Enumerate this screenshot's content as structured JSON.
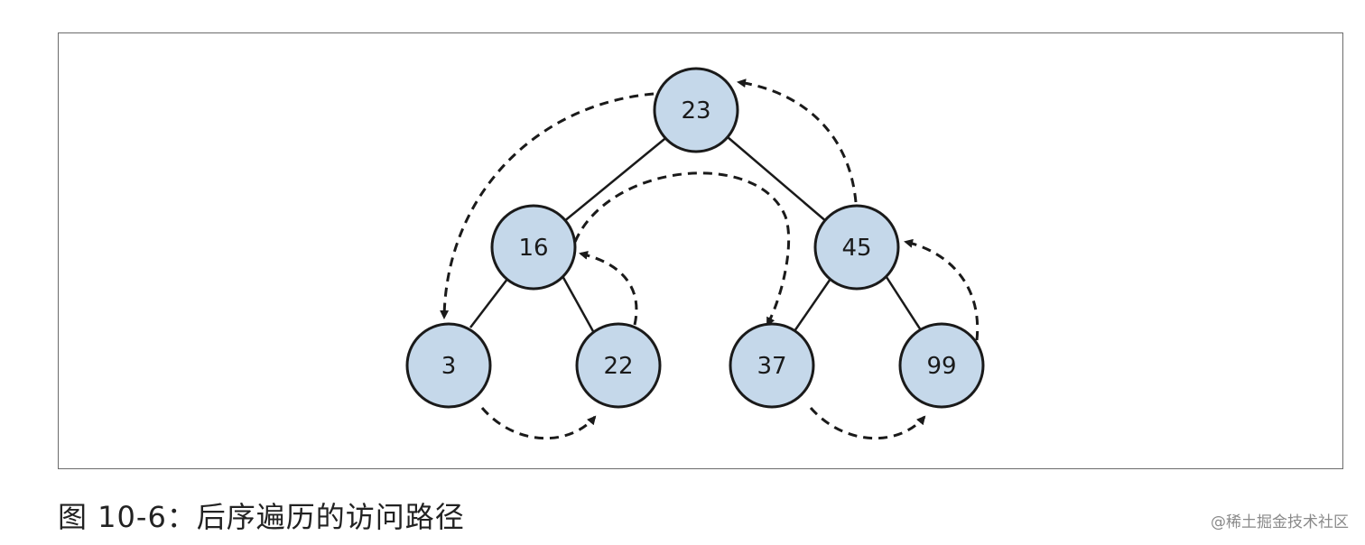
{
  "figure": {
    "caption": "图 10-6：后序遍历的访问路径",
    "watermark": "@稀土掘金技术社区",
    "colors": {
      "node_fill": "#c5d8ea",
      "node_stroke": "#1a1a1a",
      "edge": "#1a1a1a",
      "arrow": "#1a1a1a"
    }
  },
  "tree": {
    "nodes": [
      {
        "id": "n23",
        "label": "23"
      },
      {
        "id": "n16",
        "label": "16"
      },
      {
        "id": "n45",
        "label": "45"
      },
      {
        "id": "n3",
        "label": "3"
      },
      {
        "id": "n22",
        "label": "22"
      },
      {
        "id": "n37",
        "label": "37"
      },
      {
        "id": "n99",
        "label": "99"
      }
    ],
    "edges": [
      {
        "from": "n23",
        "to": "n16"
      },
      {
        "from": "n23",
        "to": "n45"
      },
      {
        "from": "n16",
        "to": "n3"
      },
      {
        "from": "n16",
        "to": "n22"
      },
      {
        "from": "n45",
        "to": "n37"
      },
      {
        "from": "n45",
        "to": "n99"
      }
    ],
    "visit_path": [
      {
        "from": "n23",
        "to": "n3"
      },
      {
        "from": "n3",
        "to": "n22"
      },
      {
        "from": "n22",
        "to": "n16"
      },
      {
        "from": "n16",
        "to": "n37"
      },
      {
        "from": "n37",
        "to": "n99"
      },
      {
        "from": "n99",
        "to": "n45"
      },
      {
        "from": "n45",
        "to": "n23"
      }
    ]
  }
}
